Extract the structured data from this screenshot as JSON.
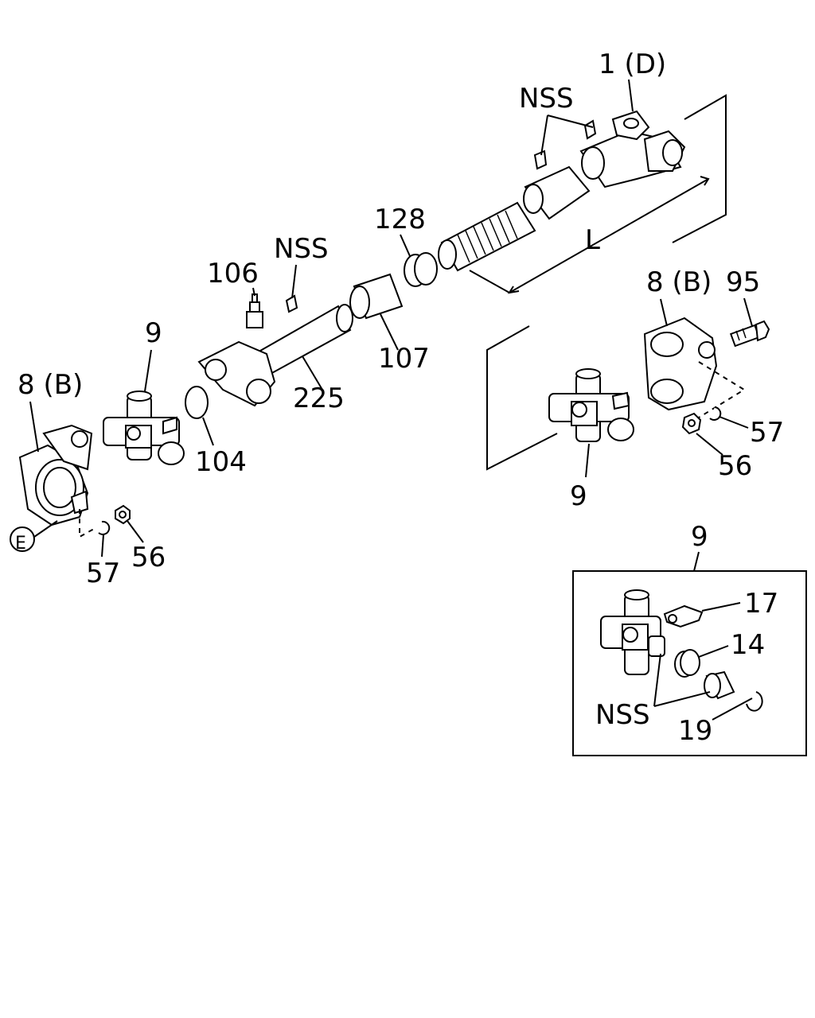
{
  "labels": {
    "yoke_d": "1 (D)",
    "nss_top": "NSS",
    "nss_mid": "NSS",
    "nss_detail": "NSS",
    "l_dim": "L",
    "p128": "128",
    "p106": "106",
    "p107": "107",
    "p225": "225",
    "p104": "104",
    "p9_left": "9",
    "p9_right": "9",
    "p9_detail": "9",
    "p8b_left": "8 (B)",
    "p8b_right": "8 (B)",
    "p95": "95",
    "p57_left": "57",
    "p57_right": "57",
    "p56_left": "56",
    "p56_right": "56",
    "e_marker": "E",
    "p17": "17",
    "p14": "14",
    "p19": "19"
  }
}
